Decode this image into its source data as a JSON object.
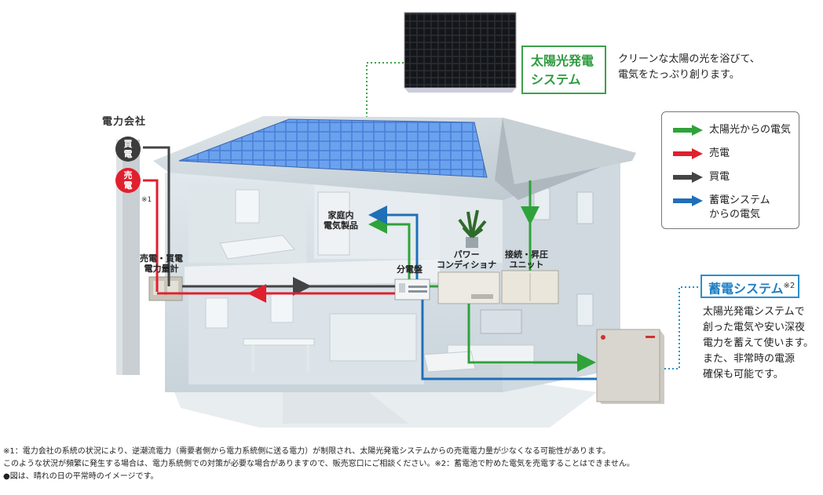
{
  "solar_system": {
    "title_line1": "太陽光発電",
    "title_line2": "システム",
    "description_line1": "クリーンな太陽の光を浴びて、",
    "description_line2": "電気をたっぷり創ります。"
  },
  "legend": {
    "items": [
      {
        "label": "太陽光からの電気",
        "color": "#2fa23a"
      },
      {
        "label": "売電",
        "color": "#e0202e"
      },
      {
        "label": "買電",
        "color": "#444444"
      },
      {
        "label": "蓄電システム",
        "label2": "からの電気",
        "color": "#1f6fb8"
      }
    ]
  },
  "battery_system": {
    "title": "蓄電システム",
    "note": "※2",
    "description_lines": [
      "太陽光発電システムで",
      "創った電気や安い深夜",
      "電力を蓄えて使います。",
      "また、非常時の電源",
      "確保も可能です。"
    ]
  },
  "power_company": {
    "label": "電力会社",
    "buy_label_1": "買",
    "buy_label_2": "電",
    "sell_label_1": "売",
    "sell_label_2": "電",
    "note": "※1"
  },
  "components": {
    "meter_line1": "売電・買電",
    "meter_line2": "電力量計",
    "panel": "分電盤",
    "appliances_line1": "家庭内",
    "appliances_line2": "電気製品",
    "conditioner_line1": "パワー",
    "conditioner_line2": "コンディショナ",
    "junction_line1": "接続・昇圧",
    "junction_line2": "ユニット"
  },
  "footnotes": [
    "※1：電力会社の系統の状況により、逆潮流電力（需要者側から電力系統側に送る電力）が制限され、太陽光発電システムからの売電電力量が少なくなる可能性があります。",
    "このような状況が頻繁に発生する場合は、電力系統側での対策が必要な場合がありますので、販売窓口にご相談ください。※2：蓄電池で貯めた電気を売電することはできません。",
    "●図は、晴れの日の平常時のイメージです。"
  ]
}
